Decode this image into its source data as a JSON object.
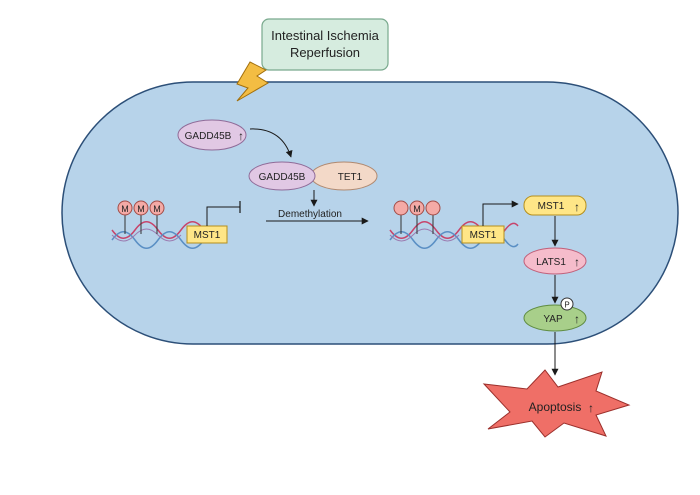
{
  "title_box": {
    "line1": "Intestinal Ischemia",
    "line2": "Reperfusion"
  },
  "labels": {
    "gadd45b_top": "GADD45B",
    "gadd45b_complex": "GADD45B",
    "tet1": "TET1",
    "demethylation": "Demethylation",
    "mst1_gene_left": "MST1",
    "mst1_gene_right": "MST1",
    "mst1_protein": "MST1",
    "lats1": "LATS1",
    "yap": "YAP",
    "phospho": "P",
    "apoptosis": "Apoptosis",
    "methyl": "M",
    "up_arrow": "↑"
  },
  "colors": {
    "cell_fill": "#b7d3ea",
    "cell_stroke": "#2c4f78",
    "title_fill": "#d6ecdf",
    "title_stroke": "#79a98d",
    "gadd45b_fill": "#e1c8e4",
    "gadd45b_stroke": "#8f6b98",
    "tet1_fill": "#f3d9c8",
    "tet1_stroke": "#b08970",
    "gene_fill": "#ffe687",
    "gene_stroke": "#b58f1d",
    "lats1_fill": "#f5bccb",
    "lats1_stroke": "#c0607a",
    "yap_fill": "#a8cf8a",
    "yap_stroke": "#5f8c42",
    "methyl_fill": "#f4aaa6",
    "methyl_stroke": "#a24c47",
    "apoptosis_fill": "#ef6f67",
    "apoptosis_stroke": "#9b2f2b",
    "lightning_fill": "#f3bd43",
    "lightning_stroke": "#a26f0c",
    "dna_a": "#c7446b",
    "dna_b": "#5a8fc4"
  },
  "icons": {
    "injury": "lightning-bolt-icon"
  }
}
